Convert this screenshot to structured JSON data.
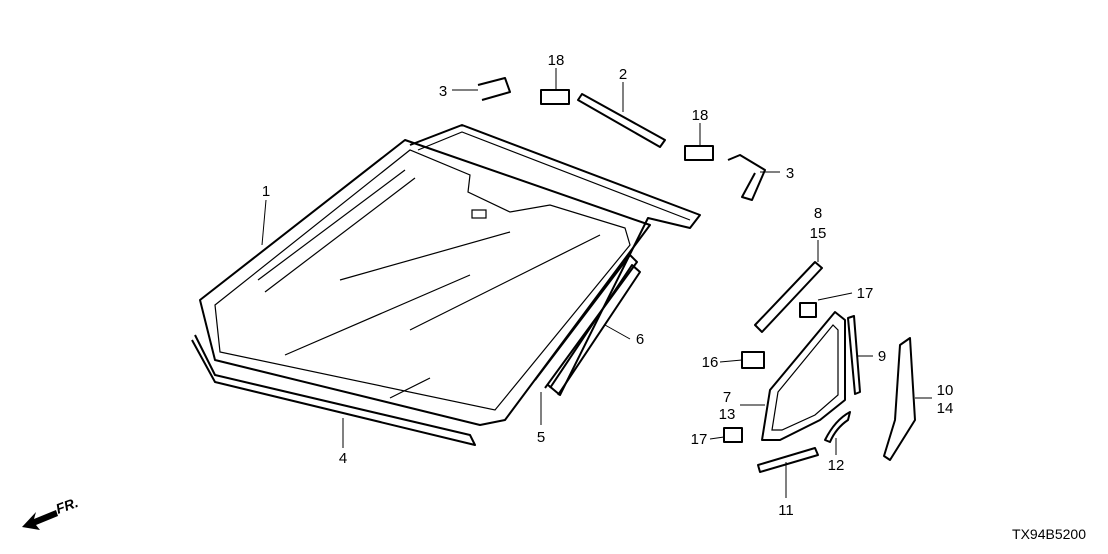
{
  "diagram_code": "TX94B5200",
  "direction_label": "FR.",
  "callouts": {
    "windshield": "1",
    "molding_top": "2",
    "molding_corner_left": "3",
    "molding_corner_right": "3",
    "molding_lower": "4",
    "molding_side_left": "5",
    "molding_side_right": "6",
    "quarter_glass_a": "7",
    "quarter_glass_b": "13",
    "seal_a": "8",
    "seal_b": "15",
    "seal_rear": "9",
    "garnish_a": "10",
    "garnish_b": "14",
    "seal_lower": "11",
    "seal_corner": "12",
    "clip": "16",
    "fastener_upper": "17",
    "fastener_lower": "17",
    "clip_left": "18",
    "clip_right": "18"
  }
}
